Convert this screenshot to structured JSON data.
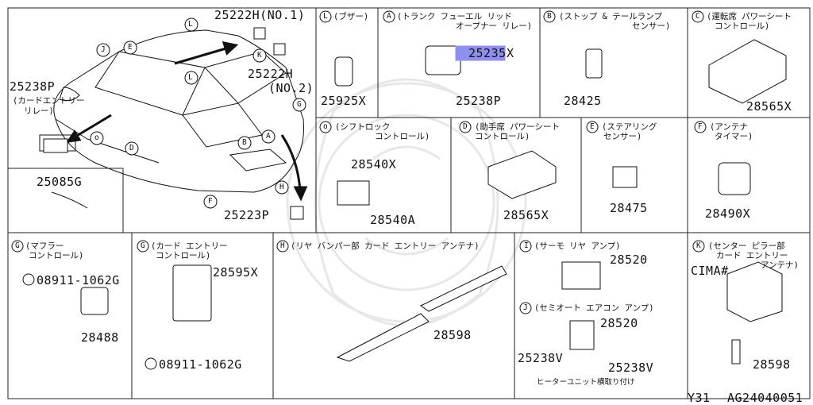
{
  "diagram_code": "AG24040051",
  "model_code": "Y31",
  "highlight_color": "#8f8ff0",
  "overview": {
    "car_callouts": [
      "L",
      "J",
      "E",
      "K",
      "G",
      "A",
      "B",
      "H",
      "D",
      "F",
      "o"
    ],
    "parts": {
      "p25222H_1": "25222H(NO.1)",
      "p25222H_2": "25222H",
      "p25222H_2_note": "(NO.2)",
      "p25238P": "25238P",
      "p25238P_note1": "(カードエントリー",
      "p25238P_note2": "リレー)",
      "p25223P": "25223P",
      "p25085G": "25085G"
    }
  },
  "panels": {
    "L": {
      "letter": "L",
      "title": "(ブザー)",
      "part": "25925X"
    },
    "A": {
      "letter": "A",
      "title1": "(トランク フューエル リッド",
      "title2": "オープナー リレー)",
      "part_highlight": "25235",
      "part_highlight_suffix": "X",
      "part2": "25238P"
    },
    "B": {
      "letter": "B",
      "title1": "(ストップ & テールランプ",
      "title2": "センサー)",
      "part": "28425"
    },
    "C": {
      "letter": "C",
      "title1": "(運転席 パワーシート",
      "title2": "コントロール)",
      "part": "28565X"
    },
    "o": {
      "letter": "o",
      "title1": "(シフトロック",
      "title2": "コントロール)",
      "part1": "28540X",
      "part2": "28540A"
    },
    "D": {
      "letter": "D",
      "title1": "(助手席 パワーシート",
      "title2": "コントロール)",
      "part": "28565X"
    },
    "E": {
      "letter": "E",
      "title1": "(ステアリング",
      "title2": "センサー)",
      "part": "28475"
    },
    "F": {
      "letter": "F",
      "title1": "(アンテナ",
      "title2": "タイマー)",
      "part": "28490X"
    },
    "G1": {
      "letter": "G",
      "title1": "(マフラー",
      "title2": "コントロール)",
      "bolt": "08911-1062G",
      "part": "28488"
    },
    "G2": {
      "letter": "G",
      "title1": "(カード エントリー",
      "title2": "コントロール)",
      "part": "28595X",
      "bolt": "08911-1062G"
    },
    "H": {
      "letter": "H",
      "title": "(リヤ バンパー部 カード エントリー アンテナ)",
      "part": "28598"
    },
    "I": {
      "letter": "I",
      "title": "(サーモ リヤ アンプ)",
      "part": "28520"
    },
    "J": {
      "letter": "J",
      "title": "(セミオート エアコン アンプ)",
      "part": "28520",
      "part2": "25238V",
      "part3": "25238V",
      "note": "ヒーターユニット横取り付け"
    },
    "K": {
      "letter": "K",
      "title1": "(センター ピラー部",
      "title2": "カード エントリー",
      "title3": "アンテナ)",
      "model": "CIMA#",
      "part": "28598"
    }
  }
}
